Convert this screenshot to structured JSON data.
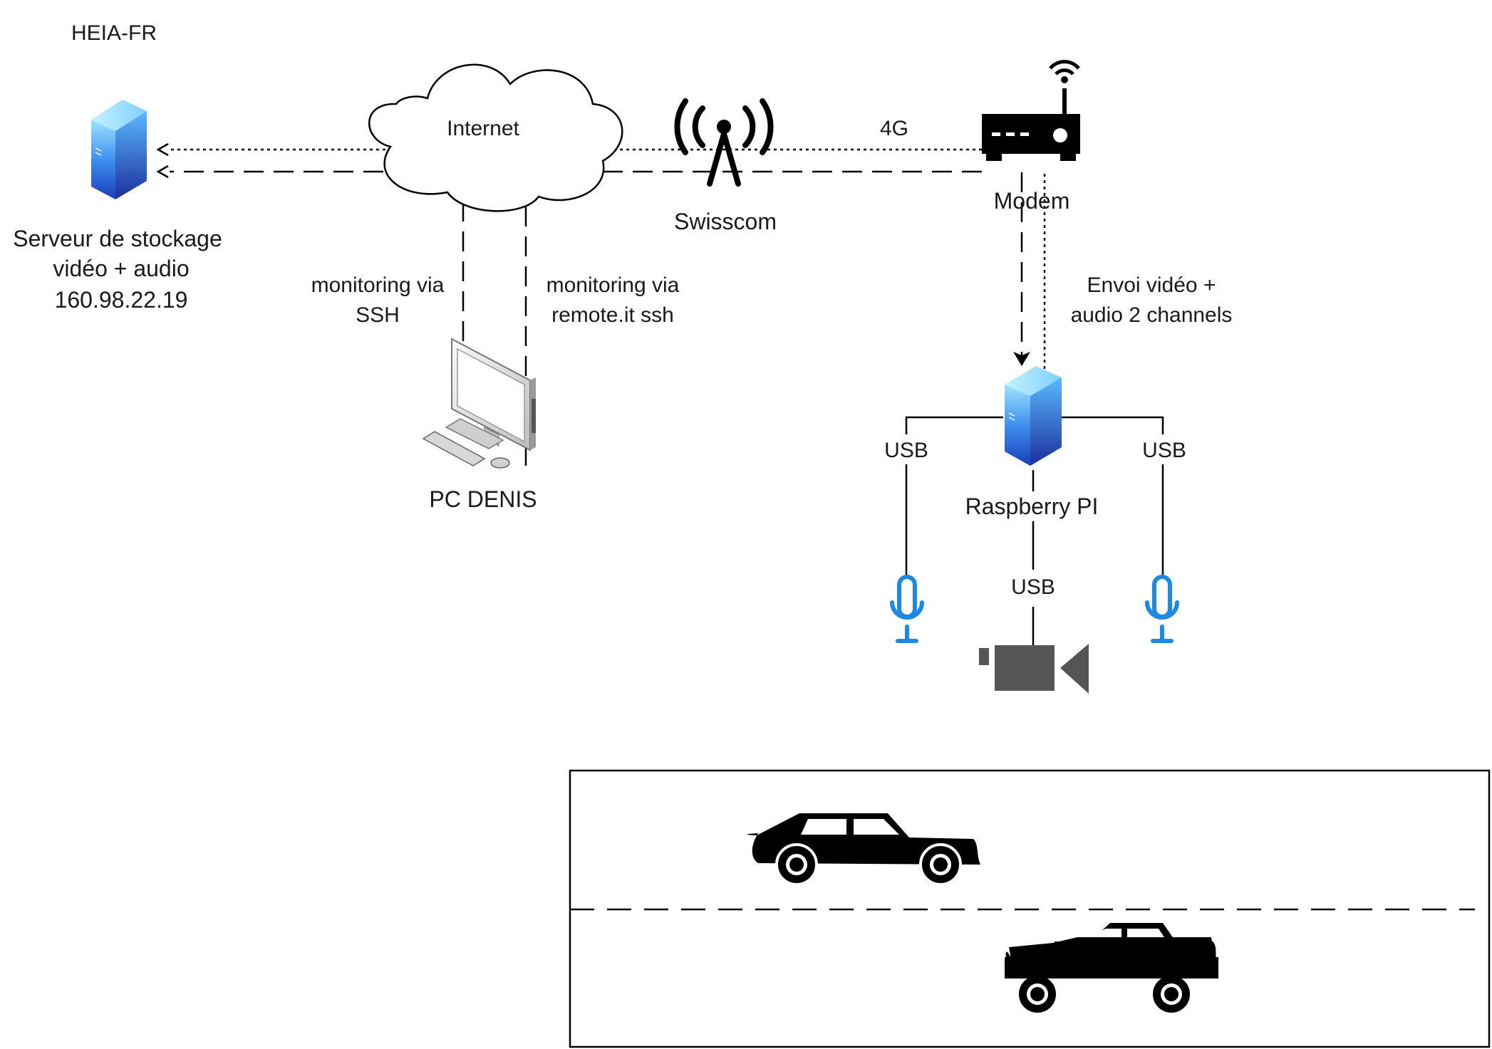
{
  "site_label": "HEIA-FR",
  "server": {
    "line1": "Serveur de stockage",
    "line2": "vidéo + audio",
    "line3": "160.98.22.19",
    "icon": "server-icon"
  },
  "cloud": {
    "label": "Internet",
    "icon": "cloud-icon"
  },
  "antenna": {
    "label": "Swisscom",
    "icon": "antenna-icon"
  },
  "link_4g": "4G",
  "modem": {
    "label": "Modem",
    "icon": "router-icon"
  },
  "monitoring_ssh": {
    "line1": "monitoring via",
    "line2": "SSH"
  },
  "monitoring_remote": {
    "line1": "monitoring via",
    "line2": "remote.it ssh"
  },
  "pc": {
    "label": "PC DENIS",
    "icon": "desktop-computer-icon"
  },
  "upload": {
    "line1": "Envoi vidéo +",
    "line2": "audio 2 channels"
  },
  "raspberry": {
    "label": "Raspberry PI",
    "icon": "server-icon"
  },
  "usb_left": "USB",
  "usb_right": "USB",
  "usb_camera": "USB",
  "mic_left_icon": "microphone-icon",
  "mic_right_icon": "microphone-icon",
  "camera_icon": "video-camera-icon",
  "road": {
    "car_top_icon": "car-icon",
    "car_bottom_icon": "car-icon"
  },
  "colors": {
    "line": "#000000",
    "server_top": "#7fd8ff",
    "server_side": "#1f5fd0",
    "mic": "#1e88e5",
    "camera": "#555555"
  }
}
